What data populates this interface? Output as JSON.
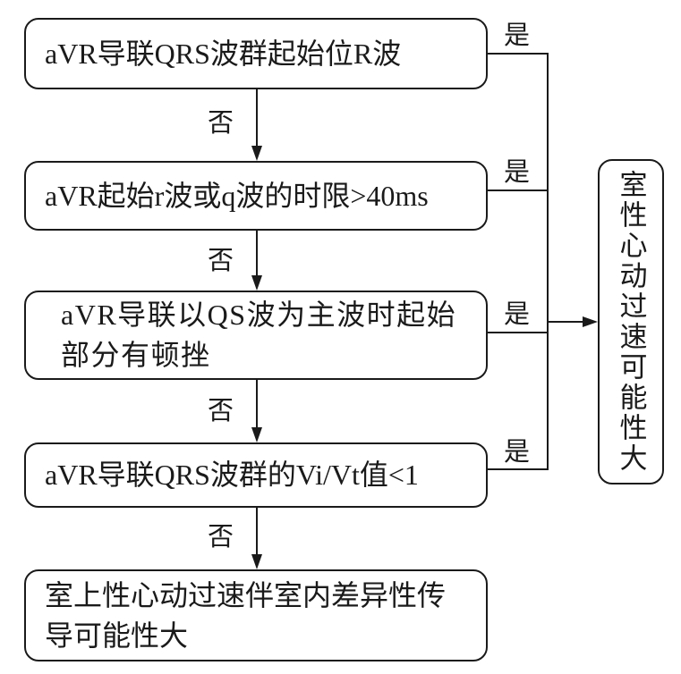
{
  "labels": {
    "yes": "是",
    "no": "否"
  },
  "steps": [
    {
      "lines": [
        "aVR导联QRS波群起始位R波"
      ]
    },
    {
      "lines": [
        "aVR起始r波或q波的时限>40ms"
      ]
    },
    {
      "lines": [
        "aVR导联以QS波为主波时起始",
        "部分有顿挫"
      ]
    },
    {
      "lines": [
        "aVR导联QRS波群的Vi/Vt值<1"
      ]
    }
  ],
  "outcome_no": {
    "lines": [
      "室上性心动过速伴室内差异性传",
      "导可能性大"
    ]
  },
  "outcome_yes": {
    "text": "室性心动过速可能性大"
  }
}
